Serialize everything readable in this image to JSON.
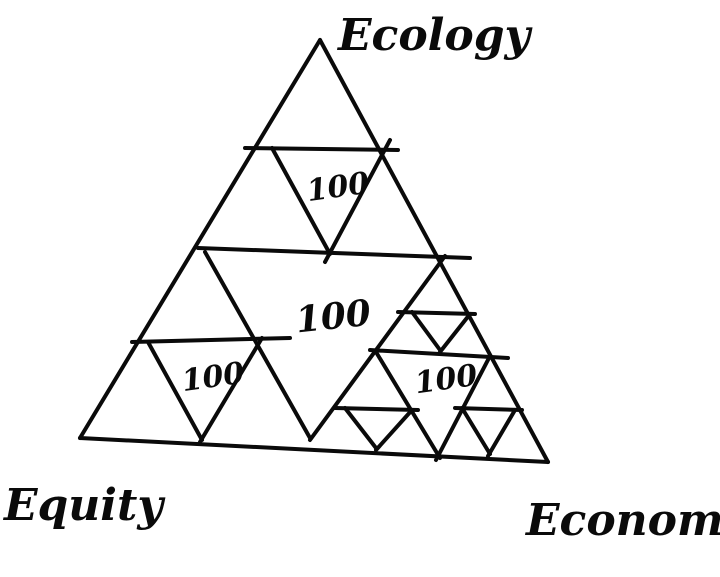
{
  "diagram": {
    "corners": {
      "top": "Ecology",
      "left": "Equity",
      "right": "Economy"
    },
    "values": {
      "center": "100",
      "top_inner": "100",
      "left_inner": "100",
      "right_inner": "100"
    },
    "ink_color": "#0a0a0a",
    "background": "#ffffff"
  }
}
